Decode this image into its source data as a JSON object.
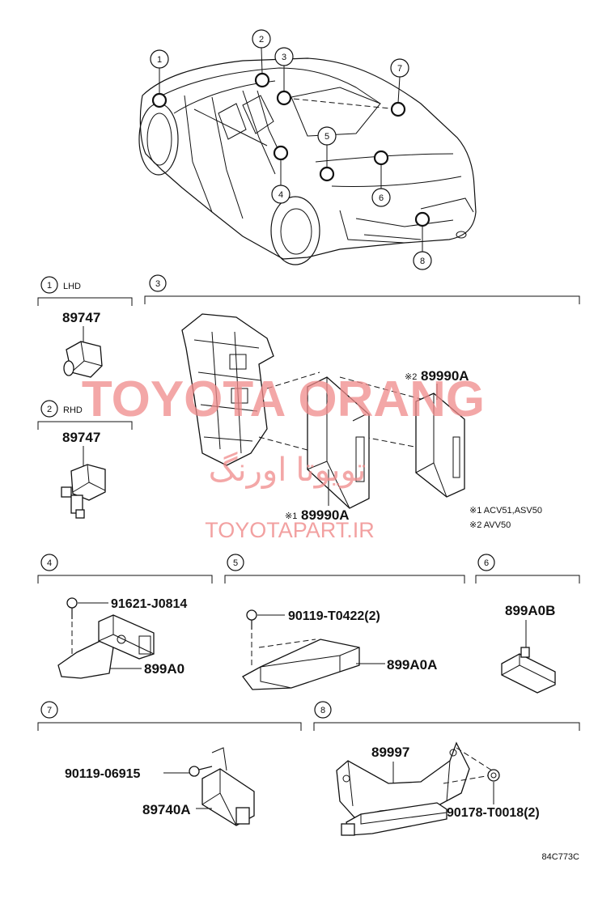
{
  "callouts": [
    "1",
    "2",
    "3",
    "4",
    "5",
    "6",
    "7",
    "8"
  ],
  "sections": {
    "s1": {
      "num": "1",
      "variant": "LHD",
      "part": "89747"
    },
    "s2": {
      "num": "2",
      "variant": "RHD",
      "part": "89747"
    },
    "s3": {
      "num": "3",
      "part_a": "89990A",
      "part_a_mark": "※1",
      "part_b": "89990A",
      "part_b_mark": "※2",
      "notes": [
        "※1 ACV51,ASV50",
        "※2 AVV50"
      ]
    },
    "s4": {
      "num": "4",
      "bolt": "91621-J0814",
      "part": "899A0"
    },
    "s5": {
      "num": "5",
      "bolt": "90119-T0422(2)",
      "part": "899A0A"
    },
    "s6": {
      "num": "6",
      "part": "899A0B"
    },
    "s7": {
      "num": "7",
      "bolt": "90119-06915",
      "part": "89740A"
    },
    "s8": {
      "num": "8",
      "part": "89997",
      "nut": "90178-T0018(2)"
    }
  },
  "watermark": {
    "brand": "TOYOTA ORANG",
    "persian": "تویوتا اورنگ",
    "url": "TOYOTAPART.IR"
  },
  "figure_code": "84C773C"
}
